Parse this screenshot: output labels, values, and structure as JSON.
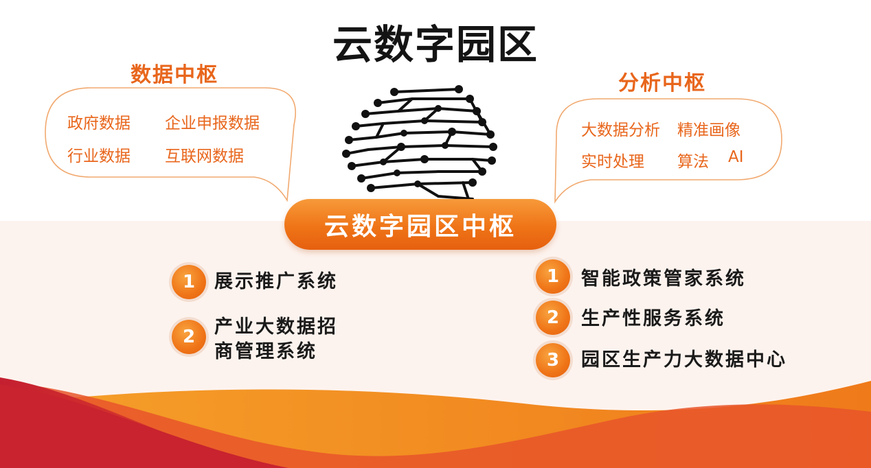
{
  "title": "云数字园区",
  "data_hub": {
    "title": "数据中枢",
    "tags": [
      "政府数据",
      "企业申报数据",
      "行业数据",
      "互联网数据"
    ]
  },
  "analysis_hub": {
    "title": "分析中枢",
    "tags": [
      "大数据分析",
      "精准画像",
      "实时处理",
      "算法",
      "AI"
    ]
  },
  "center": {
    "label": "云数字园区中枢"
  },
  "left_list": [
    {
      "num": "1",
      "label": "展示推广系统"
    },
    {
      "num": "2",
      "line1": "产业大数据招",
      "line2": "商管理系统"
    }
  ],
  "right_list": [
    {
      "num": "1",
      "label": "智能政策管家系统"
    },
    {
      "num": "2",
      "label": "生产性服务系统"
    },
    {
      "num": "3",
      "label": "园区生产力大数据中心"
    }
  ],
  "colors": {
    "accent": "#e8661c",
    "wave_red": "#c8232f",
    "wave_orange": "#f07a1c"
  },
  "icons": [
    "brain-circuit-icon"
  ]
}
